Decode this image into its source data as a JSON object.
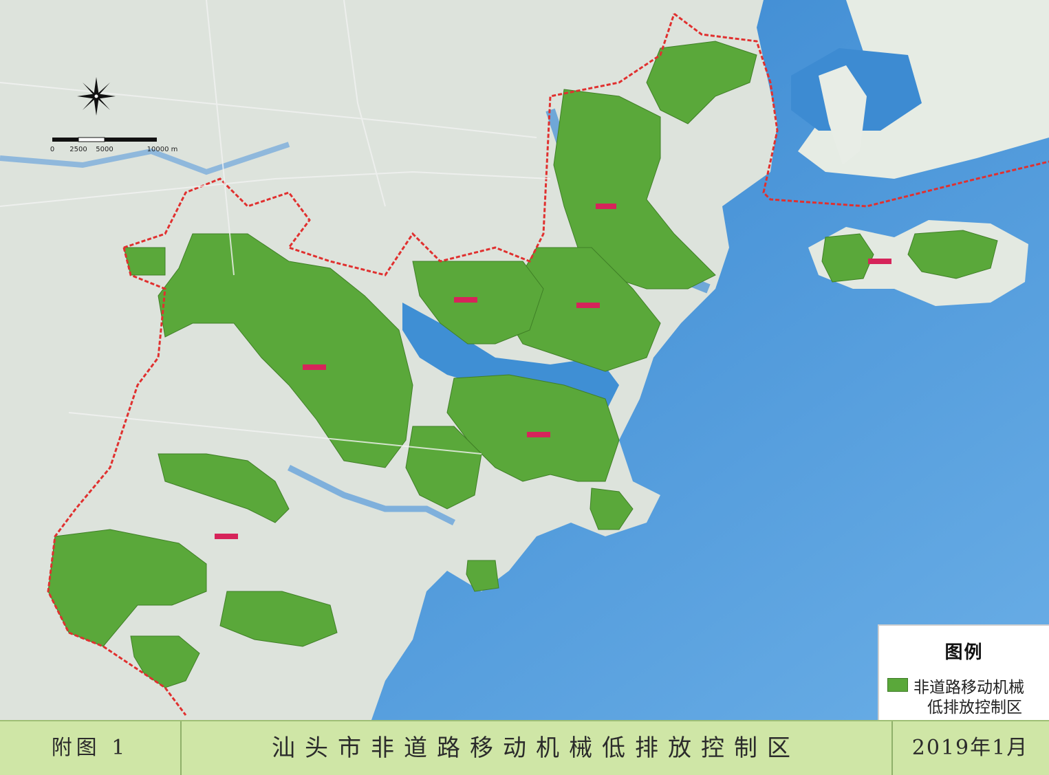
{
  "legend": {
    "title": "图例",
    "label_line1": "非道路移动机械",
    "label_line2": "低排放控制区",
    "swatch_color": "#5aa83a"
  },
  "footer": {
    "left_text": "附图 1",
    "title": "汕头市非道路移动机械低排放控制区",
    "date": "2019年1月"
  },
  "scale_bar": {
    "tick_labels": [
      "0",
      "2500",
      "5000",
      "10000 m"
    ]
  },
  "colors": {
    "sea": "#3f8fd4",
    "land": "#dfe6df",
    "zone_green": "#5aa83a",
    "boundary_red": "#e0302f",
    "district_label": "#d6245a",
    "footer_bg": "#cfe6a6"
  },
  "icons": {
    "north_arrow": "compass-rose-icon"
  }
}
